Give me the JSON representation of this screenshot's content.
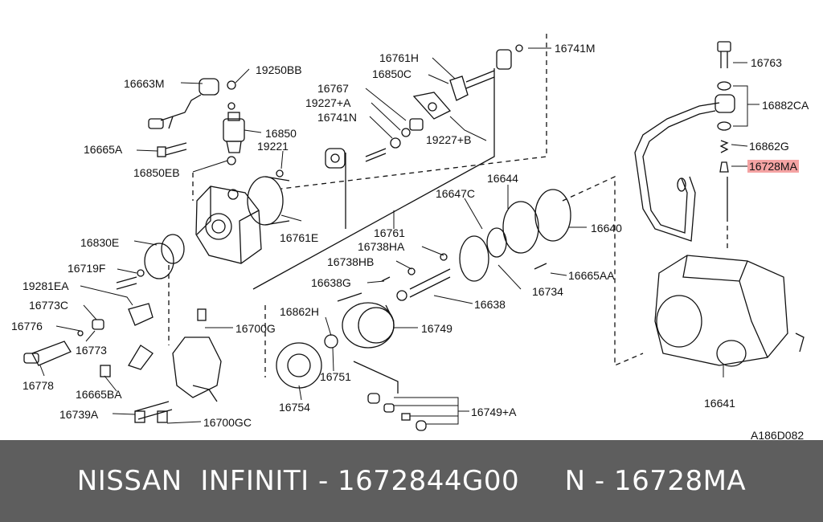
{
  "diagram": {
    "drawing_code": "A186D082",
    "highlighted_part": "16728MA",
    "part_labels": [
      "16663M",
      "19250BB",
      "16665A",
      "16850EB",
      "16850",
      "19221",
      "16761H",
      "16850C",
      "16741M",
      "16767",
      "19227+A",
      "16741N",
      "19227+B",
      "16761E",
      "16761",
      "16830E",
      "16719F",
      "16738HA",
      "16738HB",
      "16647C",
      "16644",
      "16640",
      "16665AA",
      "16734",
      "16638G",
      "16638",
      "19281EA",
      "16773C",
      "16776",
      "16773",
      "16862H",
      "16749",
      "16700G",
      "16751",
      "16778",
      "16665BA",
      "16754",
      "16749+A",
      "16739A",
      "16700GC",
      "16763",
      "16882CA",
      "16862G",
      "16728MA",
      "16641"
    ]
  },
  "banner": {
    "text": "NISSAN  INFINITI - 1672844G00     N - 16728MA"
  }
}
